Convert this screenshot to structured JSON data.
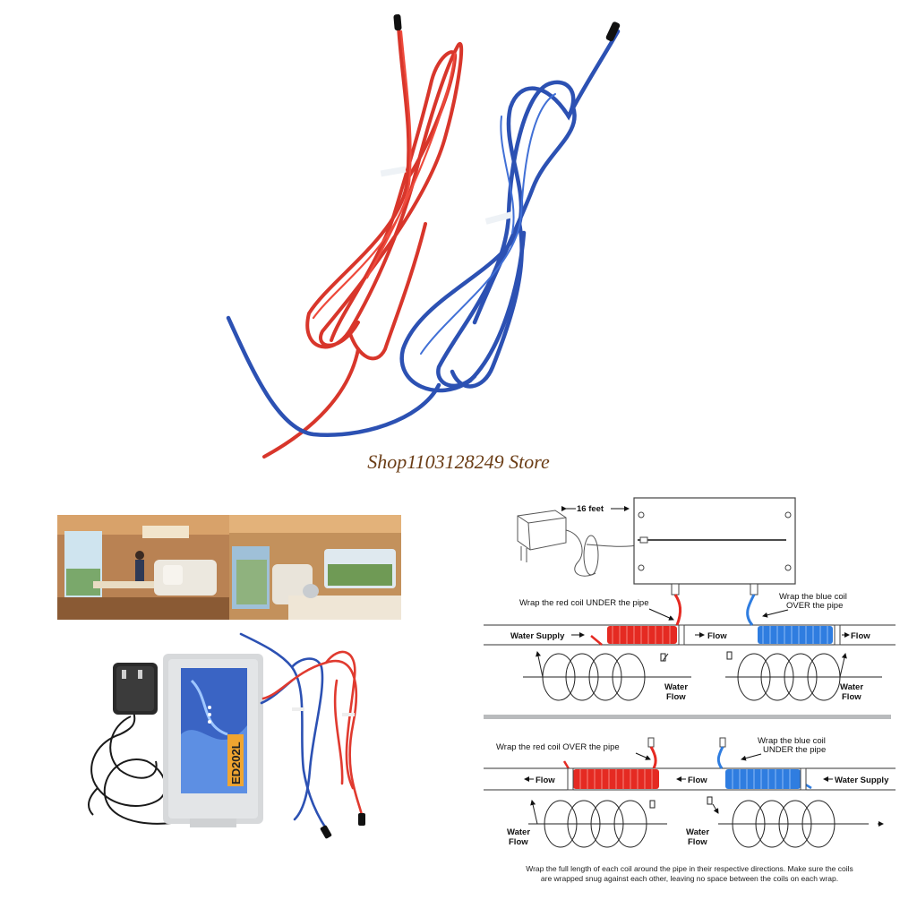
{
  "store": {
    "title": "Shop1103128249 Store"
  },
  "product": {
    "label": "ED202L"
  },
  "diagram": {
    "cable_length": "16 feet",
    "top": {
      "red_instruction": "Wrap the red coil UNDER the pipe",
      "blue_instruction_line1": "Wrap the blue coil",
      "blue_instruction_line2": "OVER the pipe",
      "water_supply": "Water Supply",
      "flow_1": "Flow",
      "flow_2": "Flow",
      "water_flow_1_line1": "Water",
      "water_flow_1_line2": "Flow",
      "water_flow_2_line1": "Water",
      "water_flow_2_line2": "Flow"
    },
    "bottom": {
      "red_instruction": "Wrap the red coil  OVER  the pipe",
      "blue_instruction_line1": "Wrap the blue coil",
      "blue_instruction_line2": "UNDER the pipe",
      "water_supply": "Water Supply",
      "flow_1": "Flow",
      "flow_2": "Flow",
      "water_flow_1_line1": "Water",
      "water_flow_1_line2": "Flow",
      "water_flow_2_line1": "Water",
      "water_flow_2_line2": "Flow"
    },
    "footer_line1": "Wrap the full length of each coil around the pipe in their respective directions. Make sure the coils",
    "footer_line2": "are wrapped snug against each other, leaving no space between the coils on each wrap."
  },
  "colors": {
    "red_wire": "#e03a2f",
    "blue_wire": "#2f55b8",
    "store_text": "#6b3d16"
  }
}
